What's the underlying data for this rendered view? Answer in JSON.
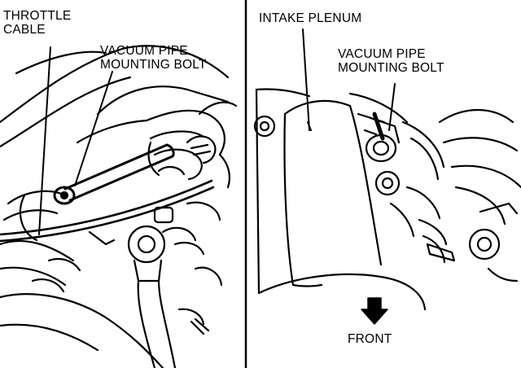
{
  "left_panel": {
    "throttle_cable": [
      "THROTTLE",
      "CABLE"
    ],
    "vacuum_pipe_bolt": [
      "VACUUM PIPE",
      "MOUNTING BOLT"
    ]
  },
  "right_panel": {
    "intake_plenum": "INTAKE PLENUM",
    "vacuum_pipe_bolt": [
      "VACUUM PIPE",
      "MOUNTING BOLT"
    ],
    "front": "FRONT"
  },
  "colors": {
    "ink": "#000000",
    "paper": "#ffffff"
  }
}
